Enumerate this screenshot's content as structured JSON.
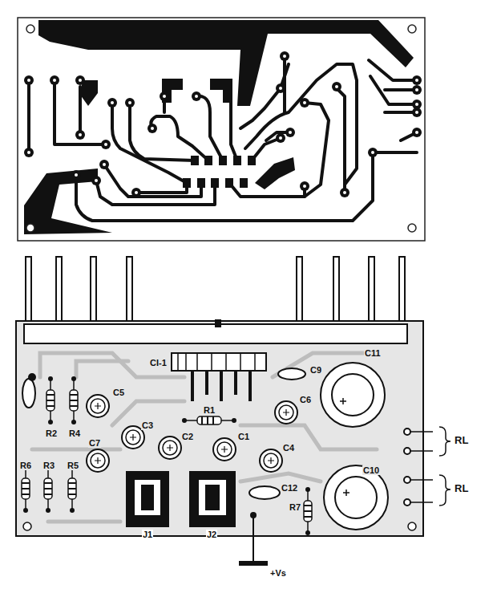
{
  "diagram": {
    "labels": [
      "CI-1",
      "C9",
      "C5",
      "R2",
      "R4",
      "C3",
      "R1",
      "C6",
      "C11",
      "C7",
      "C2",
      "C1",
      "C4",
      "R6",
      "R3",
      "R5",
      "J1",
      "J2",
      "C12",
      "R7",
      "C10",
      "RL",
      "RL",
      "+Vs"
    ]
  }
}
